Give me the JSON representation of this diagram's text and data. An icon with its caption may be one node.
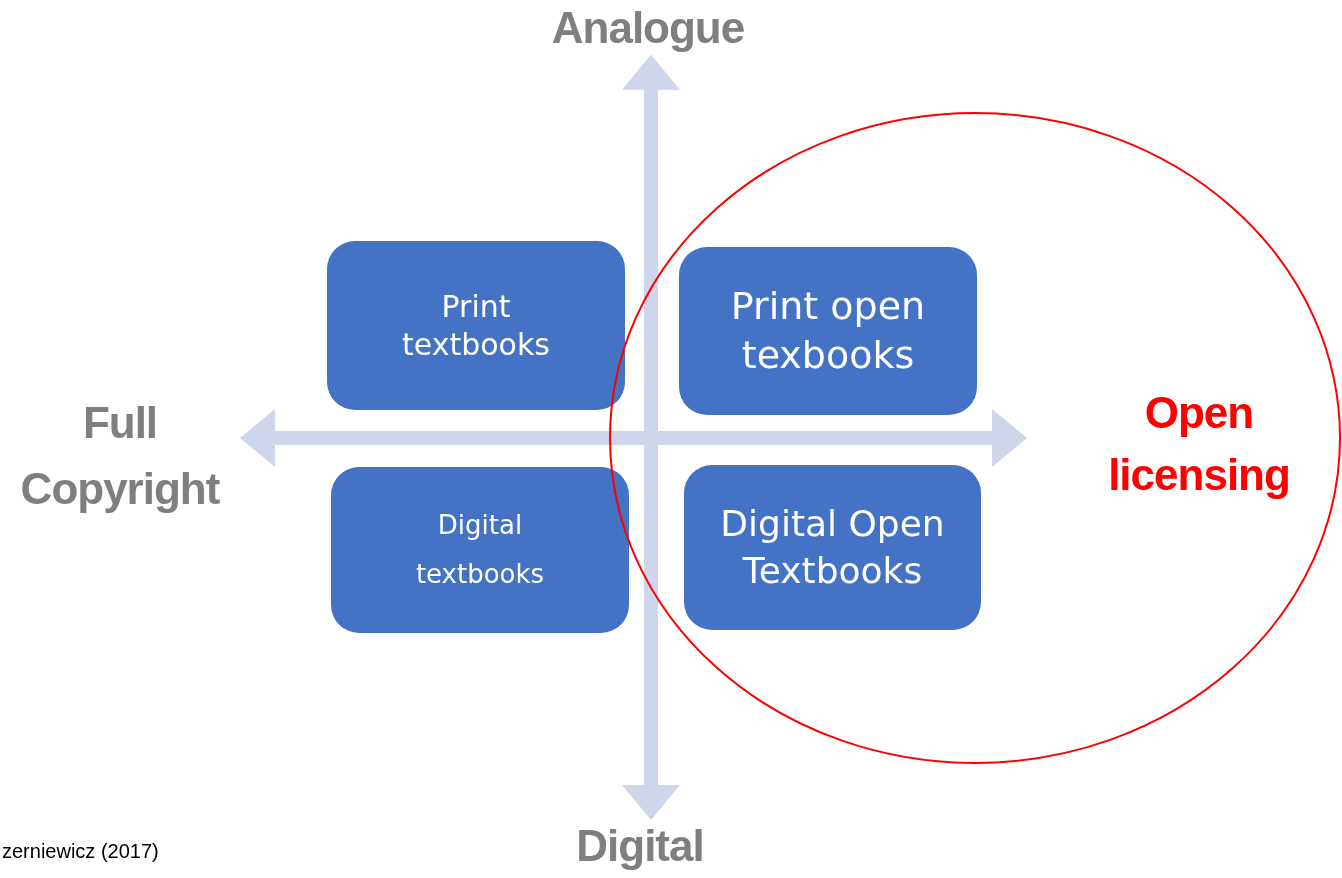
{
  "diagram": {
    "nodes": [
      {
        "text": [
          "Analogue"
        ]
      },
      {
        "text": [
          "Print textbooks"
        ]
      },
      {
        "text": [
          "Open licensing"
        ]
      },
      {
        "text": [
          "Print open texbooks"
        ],
        "in": 2
      },
      {
        "text": [
          "Full Copyright"
        ]
      },
      {
        "text": [
          "Digital textbooks"
        ]
      },
      {
        "text": [
          "Digital Open Textbooks"
        ],
        "in": 2
      },
      {
        "text": [
          "Digital"
        ]
      }
    ],
    "edges": [
      {
        "from": 0,
        "to": 7,
        "arrow": "both"
      },
      {
        "from": 4,
        "to": null,
        "arrow": "both"
      }
    ],
    "labels": [
      "zerniewicz (2017)"
    ]
  }
}
